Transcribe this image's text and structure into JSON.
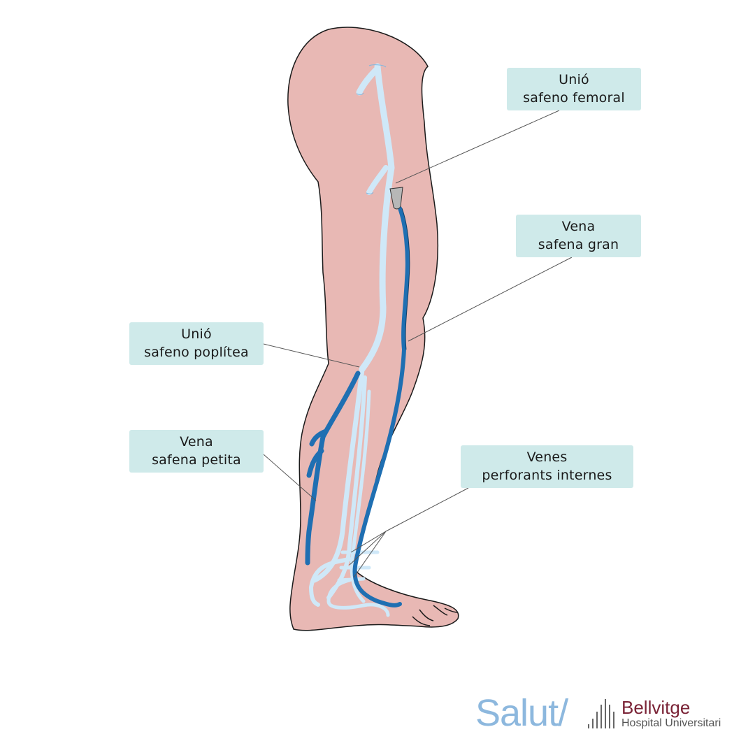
{
  "labels": {
    "femoral": {
      "line1": "Unió",
      "line2": "safeno femoral"
    },
    "gran": {
      "line1": "Vena",
      "line2": "safena gran"
    },
    "poplitea": {
      "line1": "Unió",
      "line2": "safeno poplítea"
    },
    "petita": {
      "line1": "Vena",
      "line2": "safena petita"
    },
    "perforants": {
      "line1": "Venes",
      "line2": "perforants internes"
    }
  },
  "branding": {
    "salut": "Salut/",
    "hospital_name": "Bellvitge",
    "hospital_sub": "Hospital Universitari"
  },
  "colors": {
    "skin": "#e8b8b4",
    "outline": "#1a1a1a",
    "deep_vein": "#cfe8f8",
    "superficial_vein": "#1f6fb2",
    "callout_bg": "#cfeaea",
    "salut": "#8db8de",
    "bellvitge": "#7a2336"
  }
}
